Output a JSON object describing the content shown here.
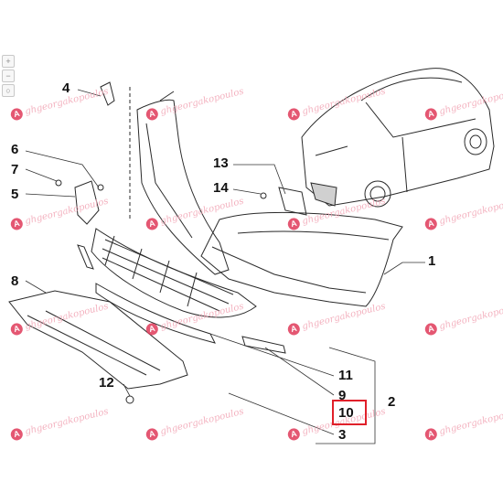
{
  "toolbar": {
    "tools": [
      "zoom-in-icon",
      "zoom-out-icon",
      "reset-zoom-icon"
    ]
  },
  "callouts": {
    "c1": "1",
    "c2": "2",
    "c3": "3",
    "c4": "4",
    "c5": "5",
    "c6": "6",
    "c7": "7",
    "c8": "8",
    "c9": "9",
    "c10": "10",
    "c11": "11",
    "c12": "12",
    "c13": "13",
    "c14": "14"
  },
  "watermark": {
    "text": "ghgeorgakopoulos",
    "logo": "A",
    "color": "#e03a5a"
  },
  "colors": {
    "line": "#2a2a2a",
    "highlight": "#e0202a"
  }
}
